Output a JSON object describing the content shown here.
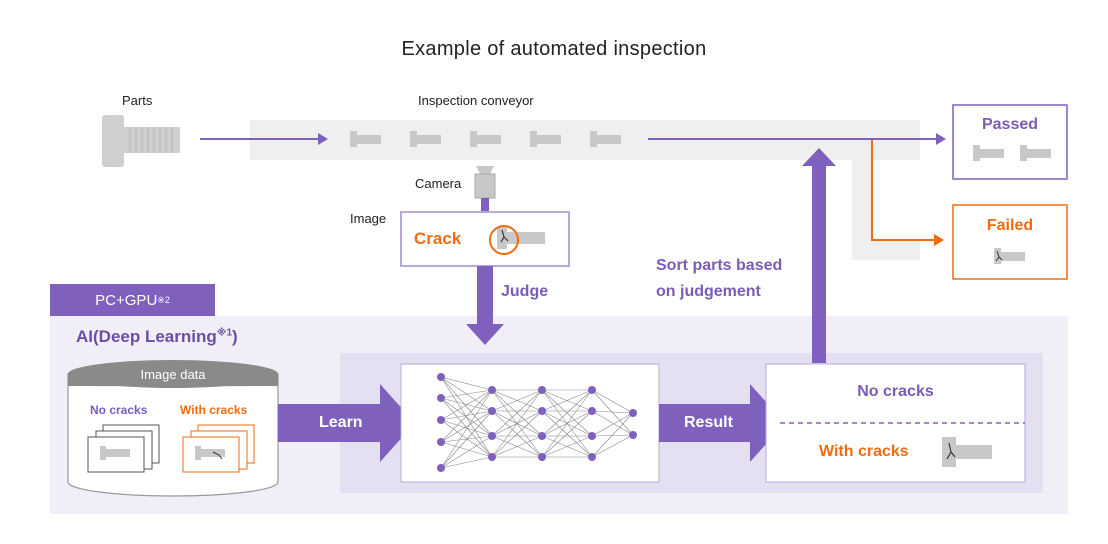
{
  "title": "Example of automated inspection",
  "labels": {
    "parts": "Parts",
    "conveyor": "Inspection conveyor",
    "camera": "Camera",
    "image": "Image",
    "crack": "Crack",
    "judge": "Judge",
    "sort_line1": "Sort parts based",
    "sort_line2": "on judgement",
    "passed": "Passed",
    "failed": "Failed",
    "pcgpu": "PC+GPU",
    "pcgpu_note": "※2",
    "ai": "AI(Deep Learning",
    "ai_note": "※1",
    "ai_close": ")",
    "image_data": "Image data",
    "no_cracks_small": "No cracks",
    "with_cracks_small": "With cracks",
    "learn": "Learn",
    "result": "Result",
    "no_cracks": "No cracks",
    "with_cracks": "With cracks"
  },
  "colors": {
    "purple": "#8060bd",
    "purple_light": "#e7e2f2",
    "purple_bg": "#f1eef7",
    "orange": "#ef6c12",
    "gray": "#c8c8c8",
    "conveyor": "#efefef"
  }
}
